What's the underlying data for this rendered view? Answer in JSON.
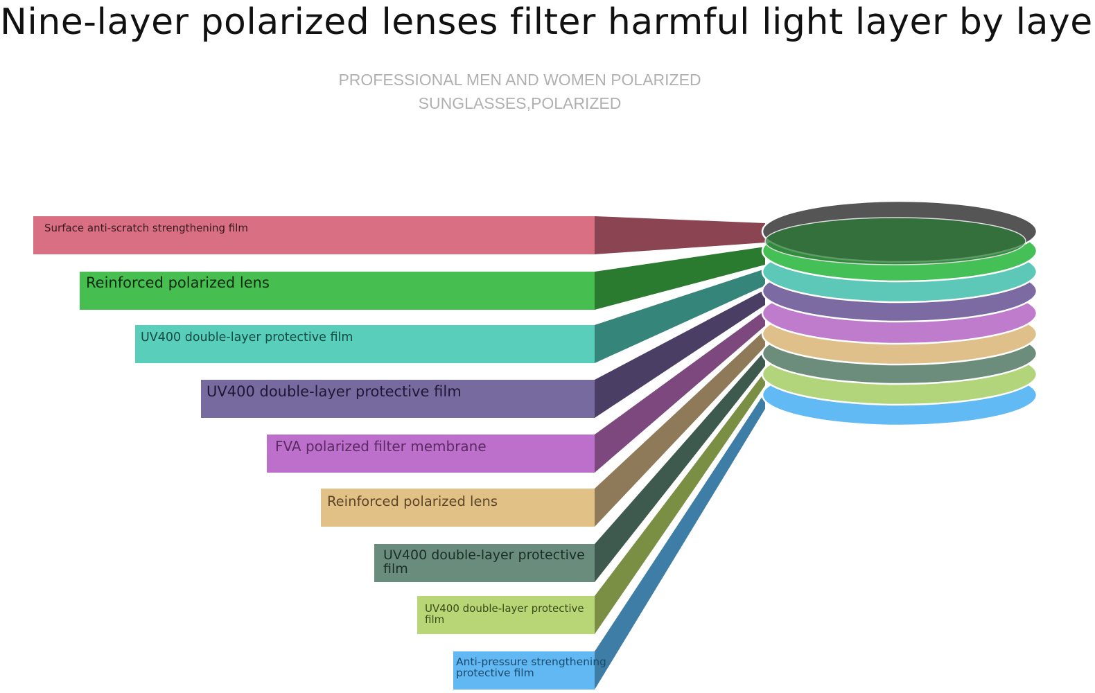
{
  "title": "Nine-layer polarized lenses filter harmful light layer by layer",
  "subtitle_line1": "PROFESSIONAL MEN AND WOMEN POLARIZED",
  "subtitle_line2": "SUNGLASSES,POLARIZED",
  "layers": [
    {
      "label": "Surface anti-scratch strengthening film",
      "color": "#d86f82",
      "wedge": "#8a4452",
      "disc": "#555555",
      "text_color": "#3a1a20"
    },
    {
      "label": "Reinforced polarized lens",
      "color": "#46be50",
      "wedge": "#2a7a30",
      "disc": "#45c056",
      "text_color": "#0e2a10"
    },
    {
      "label": "UV400 double-layer protective film",
      "color": "#59cfbb",
      "wedge": "#35857a",
      "disc": "#5ec8b8",
      "text_color": "#134a42"
    },
    {
      "label": "UV400 double-layer protective film",
      "color": "#766a9e",
      "wedge": "#4a3e64",
      "disc": "#7c6aa2",
      "text_color": "#1e1838"
    },
    {
      "label": "FVA polarized filter membrane",
      "color": "#bc70cc",
      "wedge": "#7c487e",
      "disc": "#c07ccc",
      "text_color": "#5a2a62"
    },
    {
      "label": "Reinforced polarized lens",
      "color": "#e2c187",
      "wedge": "#8e7a58",
      "disc": "#e0c08a",
      "text_color": "#5a4626"
    },
    {
      "label": "UV400 double-layer protective film",
      "color": "#6a8c7c",
      "wedge": "#3e5a4e",
      "disc": "#6c8c7c",
      "text_color": "#1a2e26"
    },
    {
      "label": "UV400 double-layer protective film",
      "color": "#b8d676",
      "wedge": "#7a8e44",
      "disc": "#b2d47a",
      "text_color": "#3a4a1a"
    },
    {
      "label": "Anti-pressure strengthening protective film",
      "color": "#62b8f2",
      "wedge": "#3e7ea6",
      "disc": "#62baf4",
      "text_color": "#1a4a6e"
    }
  ]
}
